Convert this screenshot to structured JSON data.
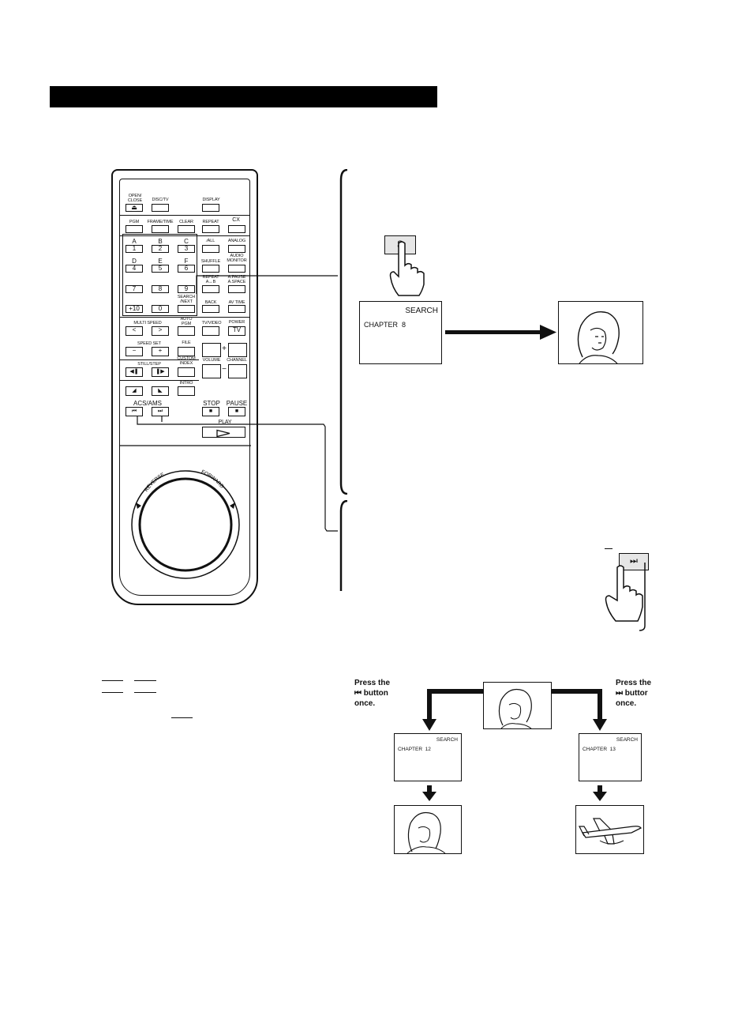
{
  "remote": {
    "open_close": "OPEN/\nCLOSE",
    "disc_tv": "DISC/TV",
    "display": "DISPLAY",
    "pgm": "PGM",
    "frame_time": "FRAME/TIME",
    "clear": "CLEAR",
    "repeat": "REPEAT",
    "cx": "CX",
    "keys": [
      {
        "letter": "A",
        "num": "1"
      },
      {
        "letter": "B",
        "num": "2"
      },
      {
        "letter": "C",
        "num": "3"
      },
      {
        "letter": "D",
        "num": "4"
      },
      {
        "letter": "E",
        "num": "5"
      },
      {
        "letter": "F",
        "num": "6"
      },
      {
        "letter": "",
        "num": "7"
      },
      {
        "letter": "",
        "num": "8"
      },
      {
        "letter": "",
        "num": "9"
      }
    ],
    "plus10": "+10",
    "zero": "0",
    "all": "∕ALL",
    "analog": "ANALOG",
    "shuffle": "SHUFFLE",
    "audio_monitor": "AUDIO\nMONITOR",
    "repeat_ab": "REPEAT\nA↔B",
    "apause": "A.PAUSE\nA.SPACE",
    "search_next": "SEARCH\n/NEXT",
    "back": "BACK",
    "av_time": "AV TIME",
    "multi_speed": "MULTI SPEED",
    "auto_pgm": "AUTO\nPGM",
    "tv_video": "TV/VIDEO",
    "power": "POWER",
    "power_tv": "TV",
    "speed_set": "SPEED SET",
    "minus": "−",
    "plus": "+",
    "file": "FILE",
    "custom_index": "CUSTOM\nINDEX",
    "volume": "VOLUME",
    "channel": "CHANNEL",
    "vol_plus": "+",
    "vol_minus": "−",
    "still_step": "STILL/STEP",
    "intro": "INTRO",
    "acs_ams": "ACS/AMS",
    "stop": "STOP",
    "pause": "PAUSE",
    "play": "PLAY",
    "reverse": "REVERSE",
    "forward": "FORWARD"
  },
  "panel_top": {
    "button_key": "8",
    "osd_title": "SEARCH",
    "osd_line": "CHAPTER  8"
  },
  "bottom": {
    "left_caption": "Press the\n⏮ button\nonce.",
    "right_caption": "Press the\n⏭ buttor\nonce.",
    "left_osd_title": "SEARCH",
    "left_osd_line": "CHAPTER  12",
    "right_osd_title": "SEARCH",
    "right_osd_line": "CHAPTER  13"
  }
}
